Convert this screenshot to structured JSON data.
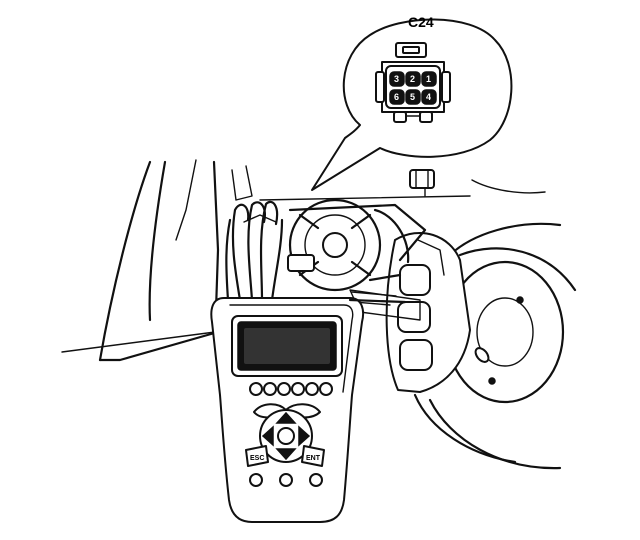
{
  "diagram": {
    "connector_label": "C24",
    "connector_pins_top": [
      "3",
      "2",
      "1"
    ],
    "connector_pins_bottom": [
      "6",
      "5",
      "4"
    ],
    "tool_keys": {
      "esc": "ESC",
      "ent": "ENT"
    }
  }
}
